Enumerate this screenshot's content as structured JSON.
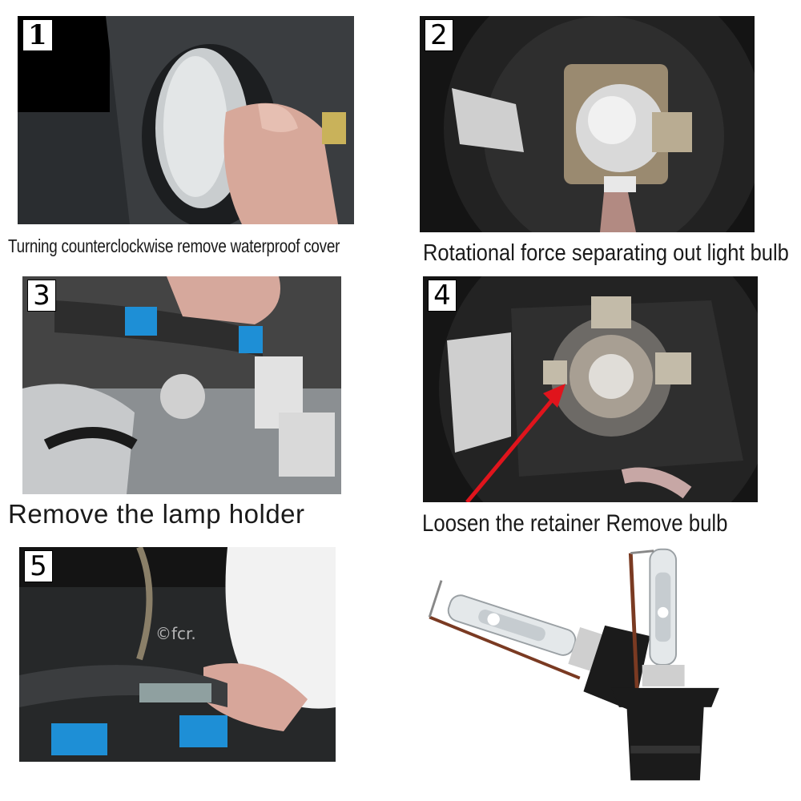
{
  "steps": [
    {
      "number": "1",
      "caption": "Turning counterclockwise remove waterproof cover"
    },
    {
      "number": "2",
      "caption": "Rotational force separating out light bulb"
    },
    {
      "number": "3",
      "caption": "Remove the lamp holder"
    },
    {
      "number": "4",
      "caption": "Loosen the retainer Remove bulb"
    },
    {
      "number": "5",
      "caption": ""
    }
  ],
  "watermark": "©fcr.",
  "colors": {
    "arrow": "#e0141c",
    "tape": "#1e8fd6",
    "photo_dark": "#1a1a1a"
  }
}
